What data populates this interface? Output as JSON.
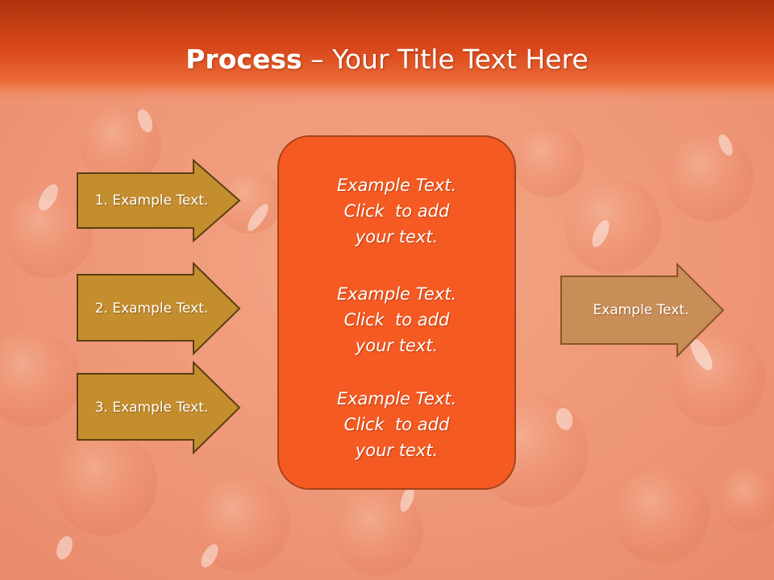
{
  "slide": {
    "title_strong": "Process",
    "title_rest": " – Your Title Text Here",
    "left_arrows": [
      {
        "label": "1. Example Text."
      },
      {
        "label": "2. Example Text."
      },
      {
        "label": "3. Example Text."
      }
    ],
    "center_blocks": [
      {
        "lines": [
          "Example Text.",
          "Click  to add",
          "your text."
        ]
      },
      {
        "lines": [
          "Example Text.",
          "Click  to add",
          "your text."
        ]
      },
      {
        "lines": [
          "Example Text.",
          "Click  to add",
          "your text."
        ]
      }
    ],
    "right_arrow": {
      "label": "Example Text."
    }
  },
  "colors": {
    "title_bar": "#e2531b",
    "title_bar_dark": "#a9300c",
    "left_arrow_fill": "#c48e2e",
    "left_arrow_stroke": "#5c3e10",
    "center_fill": "#f55a22",
    "right_arrow_fill": "#c98d58",
    "right_arrow_stroke": "#8a5526",
    "background": "#f2a07e"
  }
}
